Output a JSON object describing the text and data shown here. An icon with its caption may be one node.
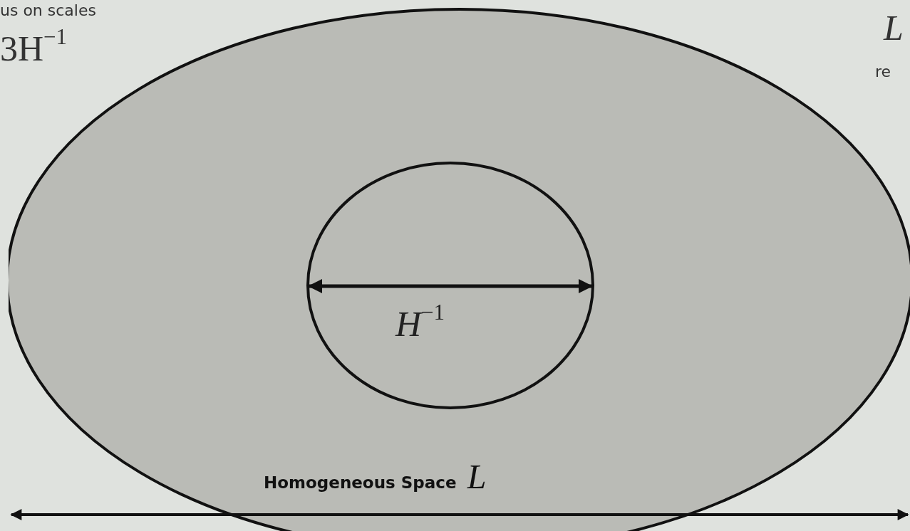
{
  "diagram": {
    "nodes": [
      {
        "text": [
          "**Homogeneous Space** *L*"
        ]
      },
      {
        "text": [
          "*H*$^{−1}$"
        ],
        "in": 0
      }
    ],
    "edges": [],
    "labels": [
      "us on scales",
      "3H$^{−1}$",
      "*L*",
      "re"
    ]
  }
}
